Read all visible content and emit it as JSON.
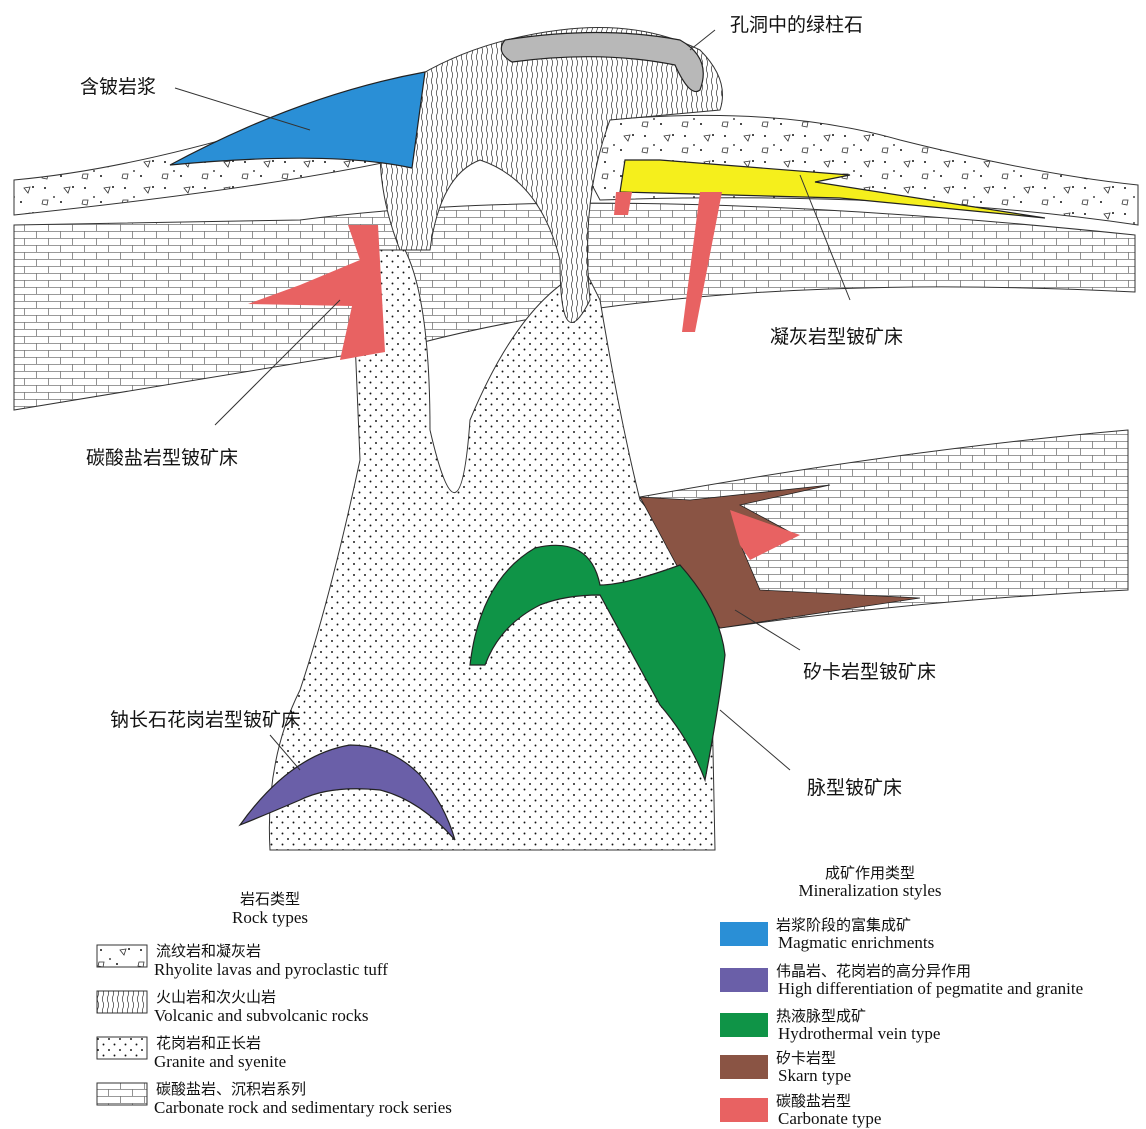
{
  "colors": {
    "magmatic": "#2a8fd6",
    "pegmatite": "#6a5fa8",
    "hydrothermal": "#0f9447",
    "skarn": "#8a5444",
    "carbonate": "#e86262",
    "tuff_vein": "#f5ef1c",
    "beryl": "#b8b8b8"
  },
  "diagram_labels": {
    "magma": "含铍岩浆",
    "beryl": "孔洞中的绿柱石",
    "tuff_deposit": "凝灰岩型铍矿床",
    "carbonate_deposit": "碳酸盐岩型铍矿床",
    "skarn_deposit": "矽卡岩型铍矿床",
    "albite_deposit": "钠长石花岗岩型铍矿床",
    "vein_deposit": "脉型铍矿床"
  },
  "rock_legend": {
    "title_cn": "岩石类型",
    "title_en": "Rock types",
    "items": [
      {
        "cn": "流纹岩和凝灰岩",
        "en": "Rhyolite lavas and pyroclastic tuff",
        "icon": "tuff-pattern-icon"
      },
      {
        "cn": "火山岩和次火山岩",
        "en": "Volcanic and subvolcanic rocks",
        "icon": "volcanic-pattern-icon"
      },
      {
        "cn": "花岗岩和正长岩",
        "en": "Granite and syenite",
        "icon": "granite-pattern-icon"
      },
      {
        "cn": "碳酸盐岩、沉积岩系列",
        "en": "Carbonate rock and sedimentary rock series",
        "icon": "carbonate-pattern-icon"
      }
    ]
  },
  "mineral_legend": {
    "title_cn": "成矿作用类型",
    "title_en": "Mineralization styles",
    "items": [
      {
        "cn": "岩浆阶段的富集成矿",
        "en": "Magmatic enrichments",
        "color": "#2a8fd6"
      },
      {
        "cn": "伟晶岩、花岗岩的高分异作用",
        "en": "High differentiation of pegmatite and granite",
        "color": "#6a5fa8"
      },
      {
        "cn": "热液脉型成矿",
        "en": "Hydrothermal vein type",
        "color": "#0f9447"
      },
      {
        "cn": "矽卡岩型",
        "en": "Skarn type",
        "color": "#8a5444"
      },
      {
        "cn": "碳酸盐岩型",
        "en": "Carbonate type",
        "color": "#e86262"
      }
    ]
  }
}
